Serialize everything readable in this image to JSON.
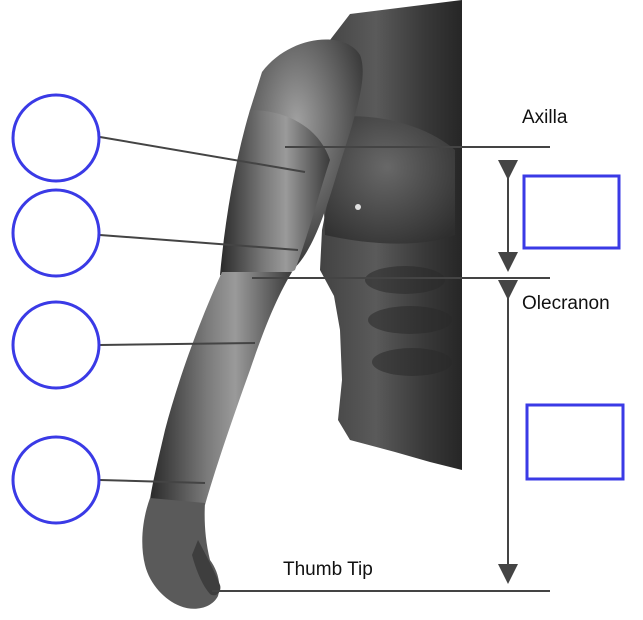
{
  "figure": {
    "labels": {
      "axilla": "Axilla",
      "olecranon": "Olecranon",
      "thumb_tip": "Thumb Tip"
    },
    "answer_circles_count": 4,
    "answer_boxes_count": 2,
    "colors": {
      "circle_stroke": "#3a3ae6",
      "box_stroke": "#3a3ae6",
      "leader_line": "#444444",
      "arrow": "#444444",
      "skin_dark": "#1f1f1f",
      "skin_mid": "#6e6e6e",
      "skin_light": "#d9d9d9"
    }
  }
}
